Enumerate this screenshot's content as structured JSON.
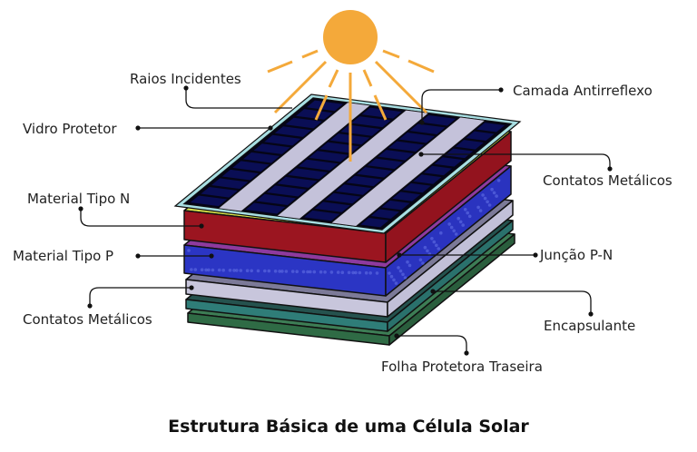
{
  "title": "Estrutura Básica de uma Célula Solar",
  "labels": {
    "raios": "Raios Incidentes",
    "vidro": "Vidro Protetor",
    "tipo_n": "Material Tipo N",
    "tipo_p": "Material Tipo P",
    "contatos_inferiores": "Contatos Metálicos",
    "antirreflexo": "Camada Antirreflexo",
    "contatos_superiores": "Contatos Metálicos",
    "juncao": "Junção P-N",
    "encapsulante": "Encapsulante",
    "folha": "Folha Protetora Traseira"
  },
  "colors": {
    "sun": "#f4a93a",
    "glass_border": "#a8dfe3",
    "cell": "#0a0e55",
    "contact_stripe": "#c4c2da",
    "n_type": "#9b1520",
    "antireflex": "#d8e34a",
    "p_type": "#2b35c4",
    "junction": "#8e3a9e",
    "back_contact": "#c8c6dc",
    "encapsulant": "#2f7d78",
    "backsheet": "#2f6b45"
  }
}
